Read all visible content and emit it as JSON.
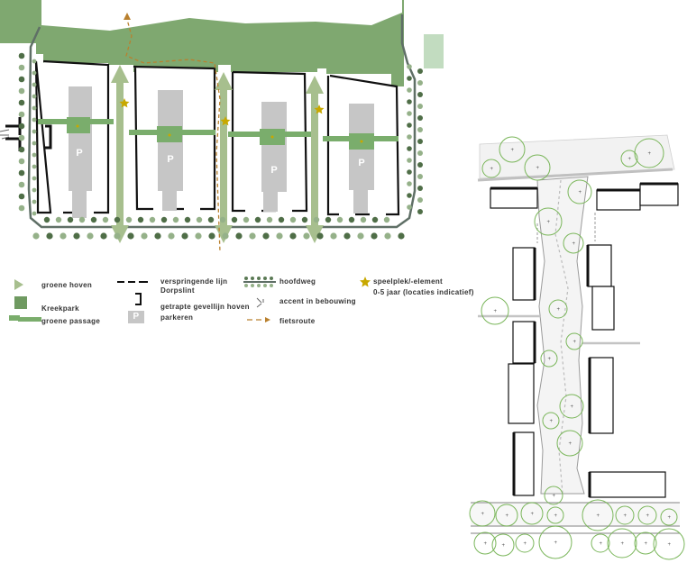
{
  "plan": {
    "parking_label": "P"
  },
  "legend": {
    "groene_hoven": "groene hoven",
    "kreekpark": "Kreekpark",
    "groene_passage": "groene passage",
    "verspringende_line1": "verspringende lijn",
    "verspringende_line2": "Dorpslint",
    "getrapte": "getrapte gevellijn hoven",
    "parkeren": "parkeren",
    "parkeren_symbol": "P",
    "hoofdweg": "hoofdweg",
    "accent": "accent in bebouwing",
    "fietsroute": "fietsroute",
    "speelplek_line1": "speelplek/-element",
    "speelplek_line2": "0-5 jaar (locaties indicatief)"
  },
  "colors": {
    "park_green": "#7fa870",
    "arrow_green": "#a7bf8e",
    "passage_green": "#7aad6c",
    "parking_grey": "#c6c6c6",
    "tree_dark": "#4f6e47",
    "tree_light": "#95b189",
    "star_gold": "#c8a800",
    "bike_orange": "#b9802e",
    "tree_outline": "#7ab65a"
  }
}
